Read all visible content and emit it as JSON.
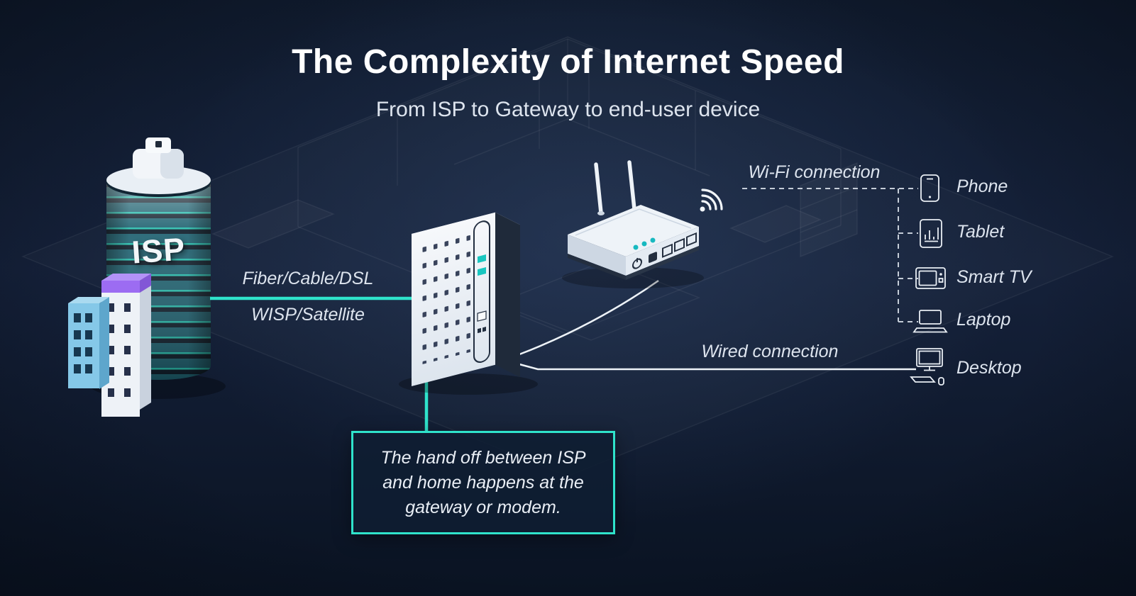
{
  "header": {
    "title": "The Complexity of Internet Speed",
    "subtitle": "From ISP to Gateway to end-user device"
  },
  "isp": {
    "label": "ISP"
  },
  "links": {
    "isp_to_gateway_line1": "Fiber/Cable/DSL",
    "isp_to_gateway_line2": "WISP/Satellite",
    "wifi": "Wi-Fi connection",
    "wired": "Wired connection"
  },
  "devices": [
    {
      "id": "phone",
      "icon": "phone-icon",
      "label": "Phone"
    },
    {
      "id": "tablet",
      "icon": "tablet-icon",
      "label": "Tablet"
    },
    {
      "id": "smart_tv",
      "icon": "smart-tv-icon",
      "label": "Smart TV"
    },
    {
      "id": "laptop",
      "icon": "laptop-icon",
      "label": "Laptop"
    },
    {
      "id": "desktop",
      "icon": "desktop-icon",
      "label": "Desktop"
    }
  ],
  "callout": {
    "text": "The hand off between ISP and home happens at the gateway or modem."
  },
  "colors": {
    "accent_teal": "#2fe3cb",
    "background_navy": "#131d31",
    "text_light": "#e8edf3"
  }
}
